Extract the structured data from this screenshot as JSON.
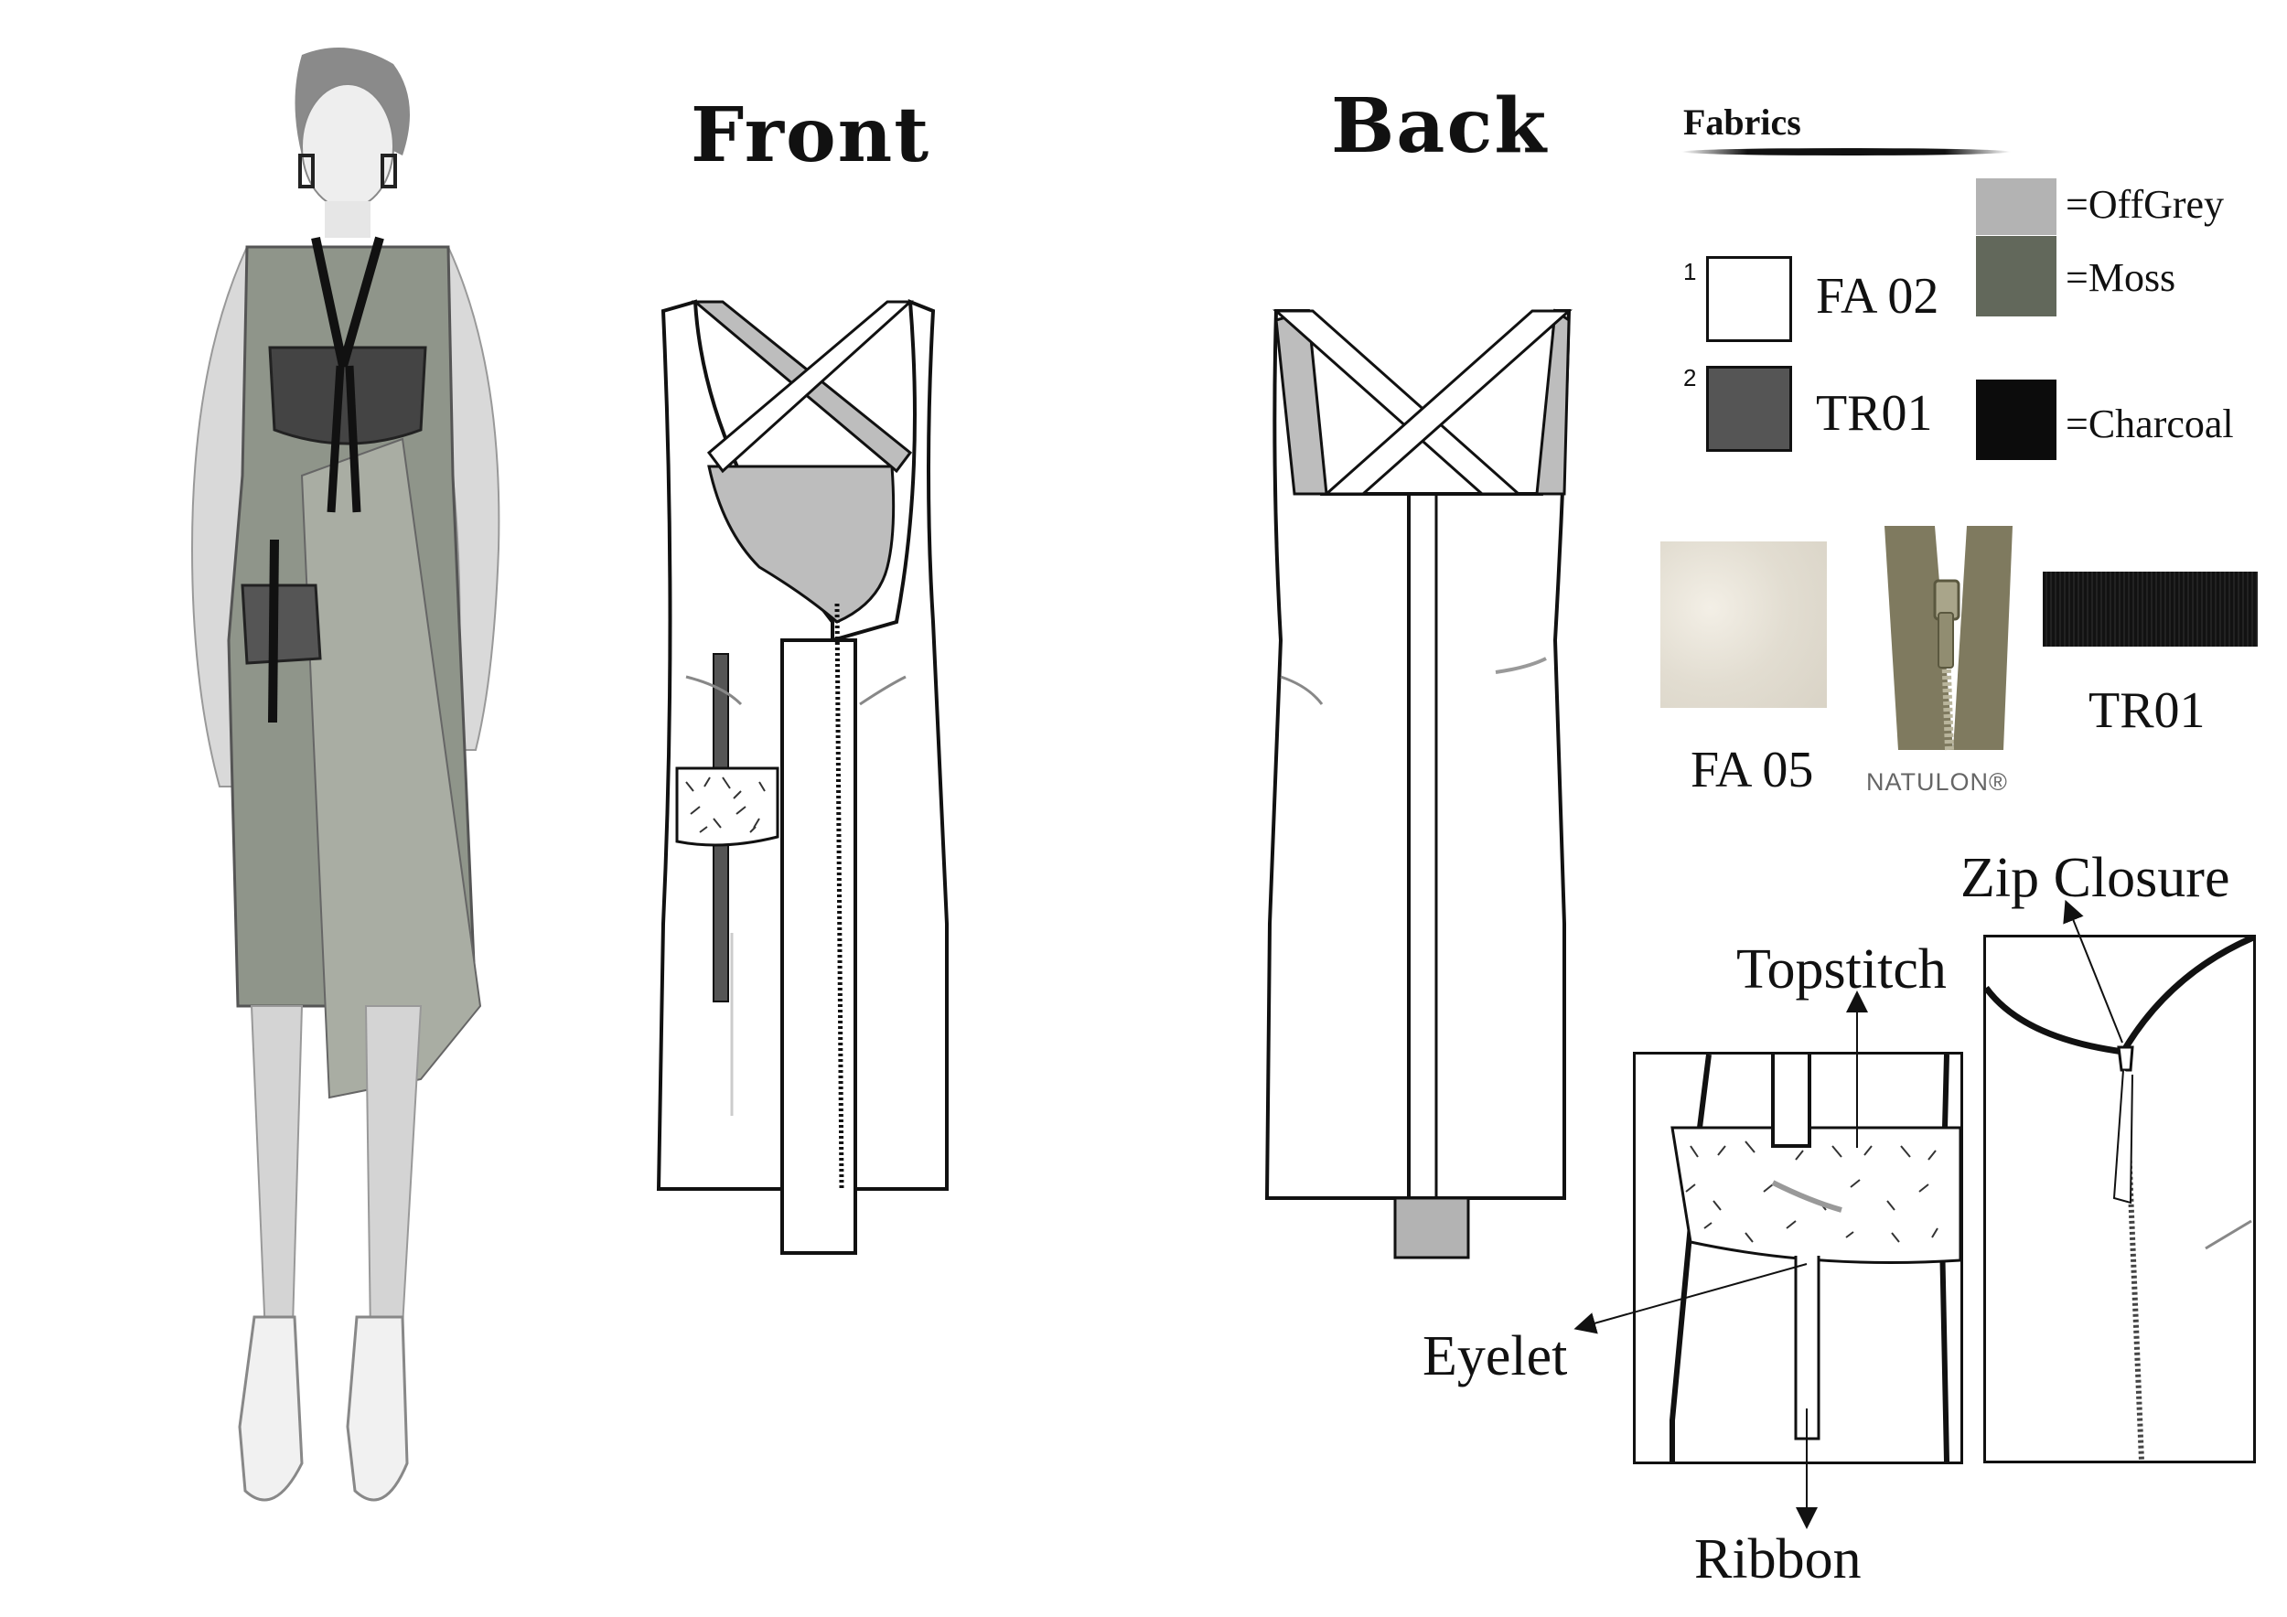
{
  "titles": {
    "front": "Front",
    "back": "Back"
  },
  "fabrics": {
    "header": "Fabrics",
    "items": [
      {
        "number": "1",
        "code": "FA 02",
        "fill": "#ffffff"
      },
      {
        "number": "2",
        "code": "TR01",
        "fill": "#555555"
      }
    ],
    "palette": [
      {
        "label": "=OffGrey",
        "color": "#b3b3b3"
      },
      {
        "label": "=Moss",
        "color": "#62685b"
      },
      {
        "label": "=Charcoal",
        "color": "#0c0c0c"
      }
    ]
  },
  "materials": [
    {
      "label": "FA 05"
    },
    {
      "label": "NATULON®"
    },
    {
      "label": "TR01"
    }
  ],
  "callouts": {
    "zip": "Zip Closure",
    "topstitch": "Topstitch",
    "eyelet": "Eyelet",
    "ribbon": "Ribbon"
  }
}
